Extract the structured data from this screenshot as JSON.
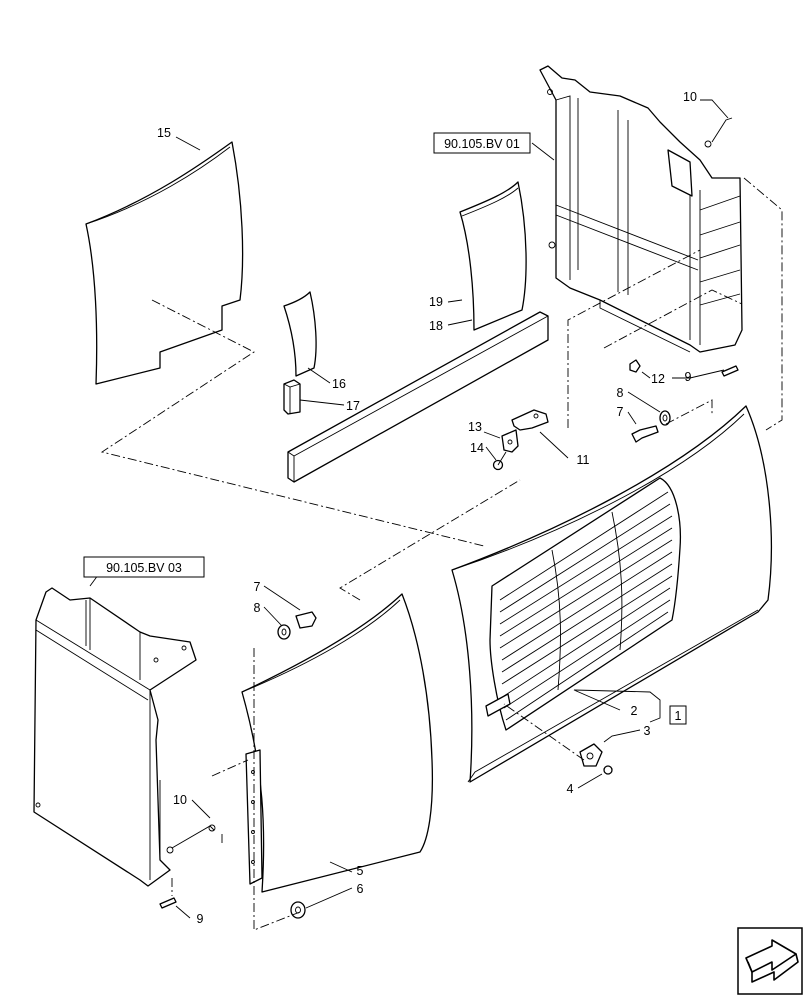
{
  "references": {
    "ref1": "90.105.BV 01",
    "ref3": "90.105.BV 03"
  },
  "assembly_box": "1",
  "callouts": {
    "c1": "1",
    "c2": "2",
    "c3": "3",
    "c4": "4",
    "c5": "5",
    "c6": "6",
    "c7a": "7",
    "c7b": "7",
    "c8a": "8",
    "c8b": "8",
    "c9a": "9",
    "c9b": "9",
    "c10a": "10",
    "c10b": "10",
    "c11": "11",
    "c12": "12",
    "c13": "13",
    "c14": "14",
    "c15": "15",
    "c16": "16",
    "c17": "17",
    "c18": "18",
    "c19": "19"
  },
  "icons": {
    "nav": "arrow-forward-icon"
  }
}
